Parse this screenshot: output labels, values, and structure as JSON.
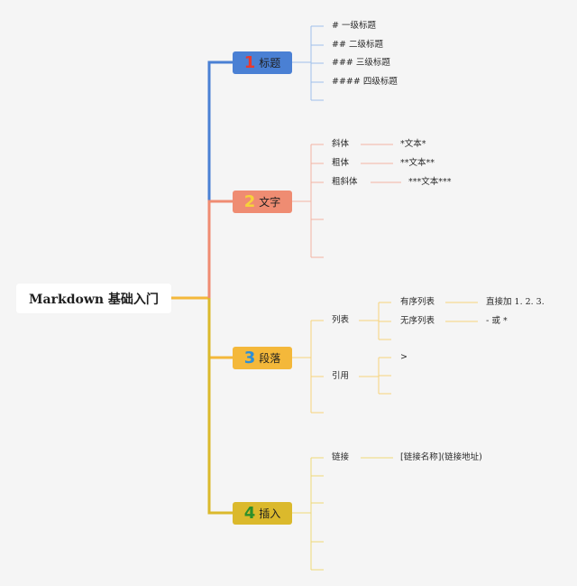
{
  "root": "Markdown 基础入门",
  "colors": {
    "branch1": "#4a80d4",
    "branch2": "#ef8c72",
    "branch3": "#f4b83a",
    "branch4": "#dbb92c",
    "leafline1": "#9ec0ea",
    "leafline2": "#f3b3a2",
    "leafline3": "#f7d27a",
    "leafline4": "#eed978"
  },
  "branches": [
    {
      "num": "1",
      "label": "标题",
      "items": [
        "# 一级标题",
        "## 二级标题",
        "### 三级标题",
        "#### 四级标题"
      ]
    },
    {
      "num": "2",
      "label": "文字",
      "items": [
        {
          "label": "斜体",
          "value": "*文本*"
        },
        {
          "label": "粗体",
          "value": "**文本**"
        },
        {
          "label": "粗斜体",
          "value": "***文本***"
        }
      ]
    },
    {
      "num": "3",
      "label": "段落",
      "list": {
        "label": "列表",
        "children": [
          {
            "label": "有序列表",
            "value": "直接加 1. 2. 3."
          },
          {
            "label": "无序列表",
            "value": "- 或 *"
          }
        ]
      },
      "quote": {
        "label": "引用",
        "value": ">"
      }
    },
    {
      "num": "4",
      "label": "插入",
      "items": [
        {
          "label": "链接",
          "value": "[链接名称](链接地址)"
        }
      ]
    }
  ]
}
